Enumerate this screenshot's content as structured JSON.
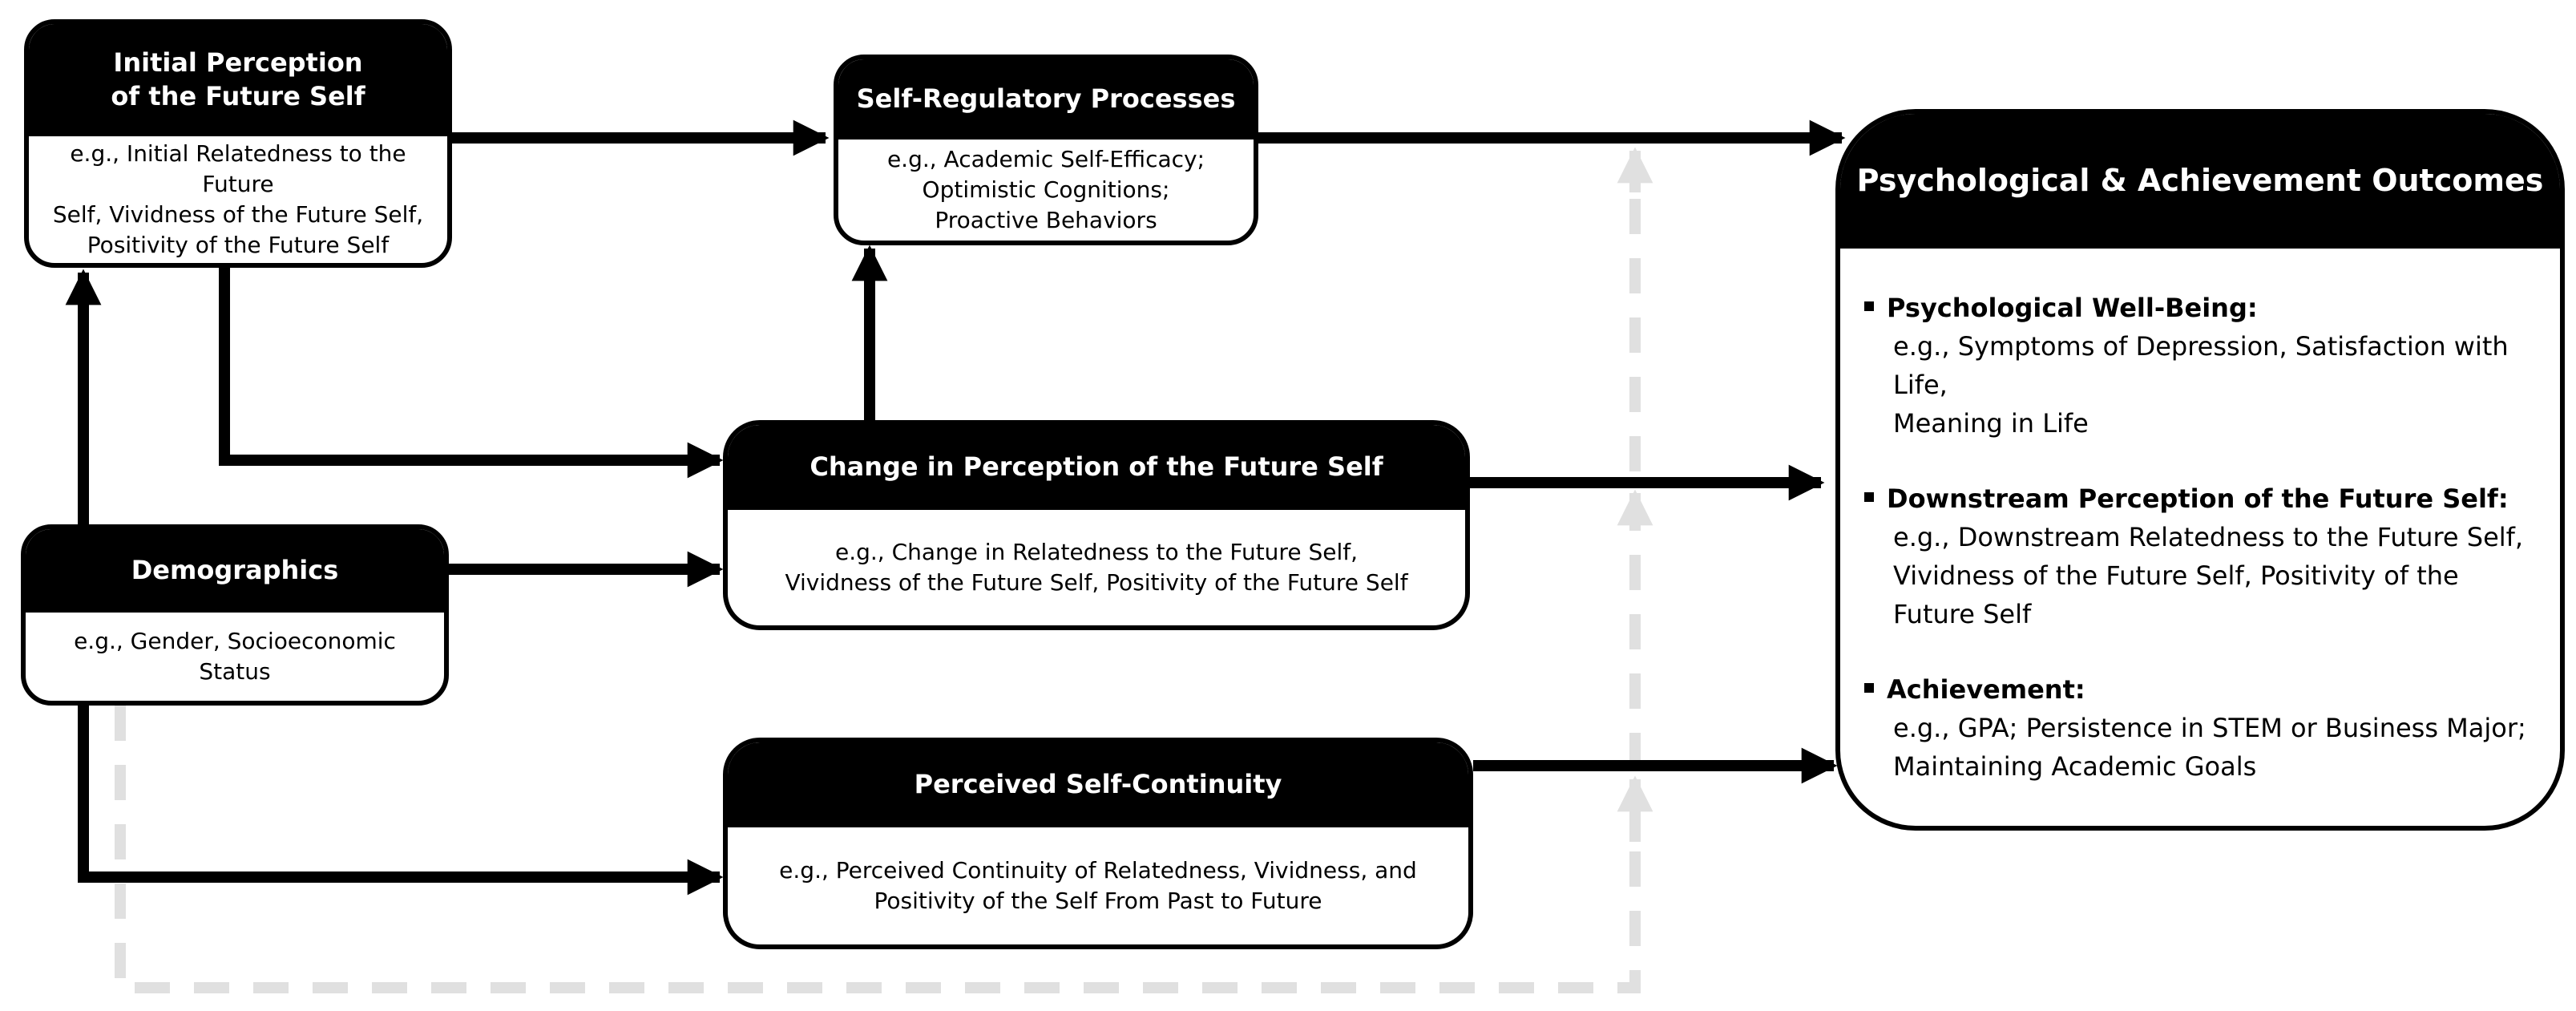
{
  "colors": {
    "foreground": "#000000",
    "background": "#ffffff",
    "dashed_path": "#e0e0e0"
  },
  "boxes": {
    "initial": {
      "title": "Initial Perception\nof the Future Self",
      "body": "e.g., Initial Relatedness to the Future\nSelf,  Vividness of the Future Self,\nPositivity of the Future Self"
    },
    "self_regulatory": {
      "title": "Self-Regulatory Processes",
      "body": "e.g., Academic Self-Efficacy;\nOptimistic Cognitions;\nProactive Behaviors"
    },
    "demographics": {
      "title": "Demographics",
      "body": "e.g., Gender, Socioeconomic Status"
    },
    "change": {
      "title": "Change in Perception of the Future Self",
      "body": "e.g., Change in Relatedness to the Future Self,\nVividness of the Future Self, Positivity of the Future Self"
    },
    "continuity": {
      "title": "Perceived Self-Continuity",
      "body": "e.g., Perceived Continuity of Relatedness, Vividness, and\nPositivity of the Self From Past to Future"
    },
    "outcomes": {
      "title": "Psychological & Achievement Outcomes",
      "items": [
        {
          "heading": "Psychological Well-Being:",
          "text": "e.g., Symptoms of Depression, Satisfaction with Life,\n        Meaning in Life"
        },
        {
          "heading": "Downstream Perception of the Future Self:",
          "text": "e.g., Downstream Relatedness to the Future Self,\n        Vividness of the Future Self, Positivity of the\n        Future Self"
        },
        {
          "heading": "Achievement:",
          "text": "e.g., GPA; Persistence in STEM or Business Major;\n        Maintaining Academic Goals"
        }
      ]
    }
  }
}
